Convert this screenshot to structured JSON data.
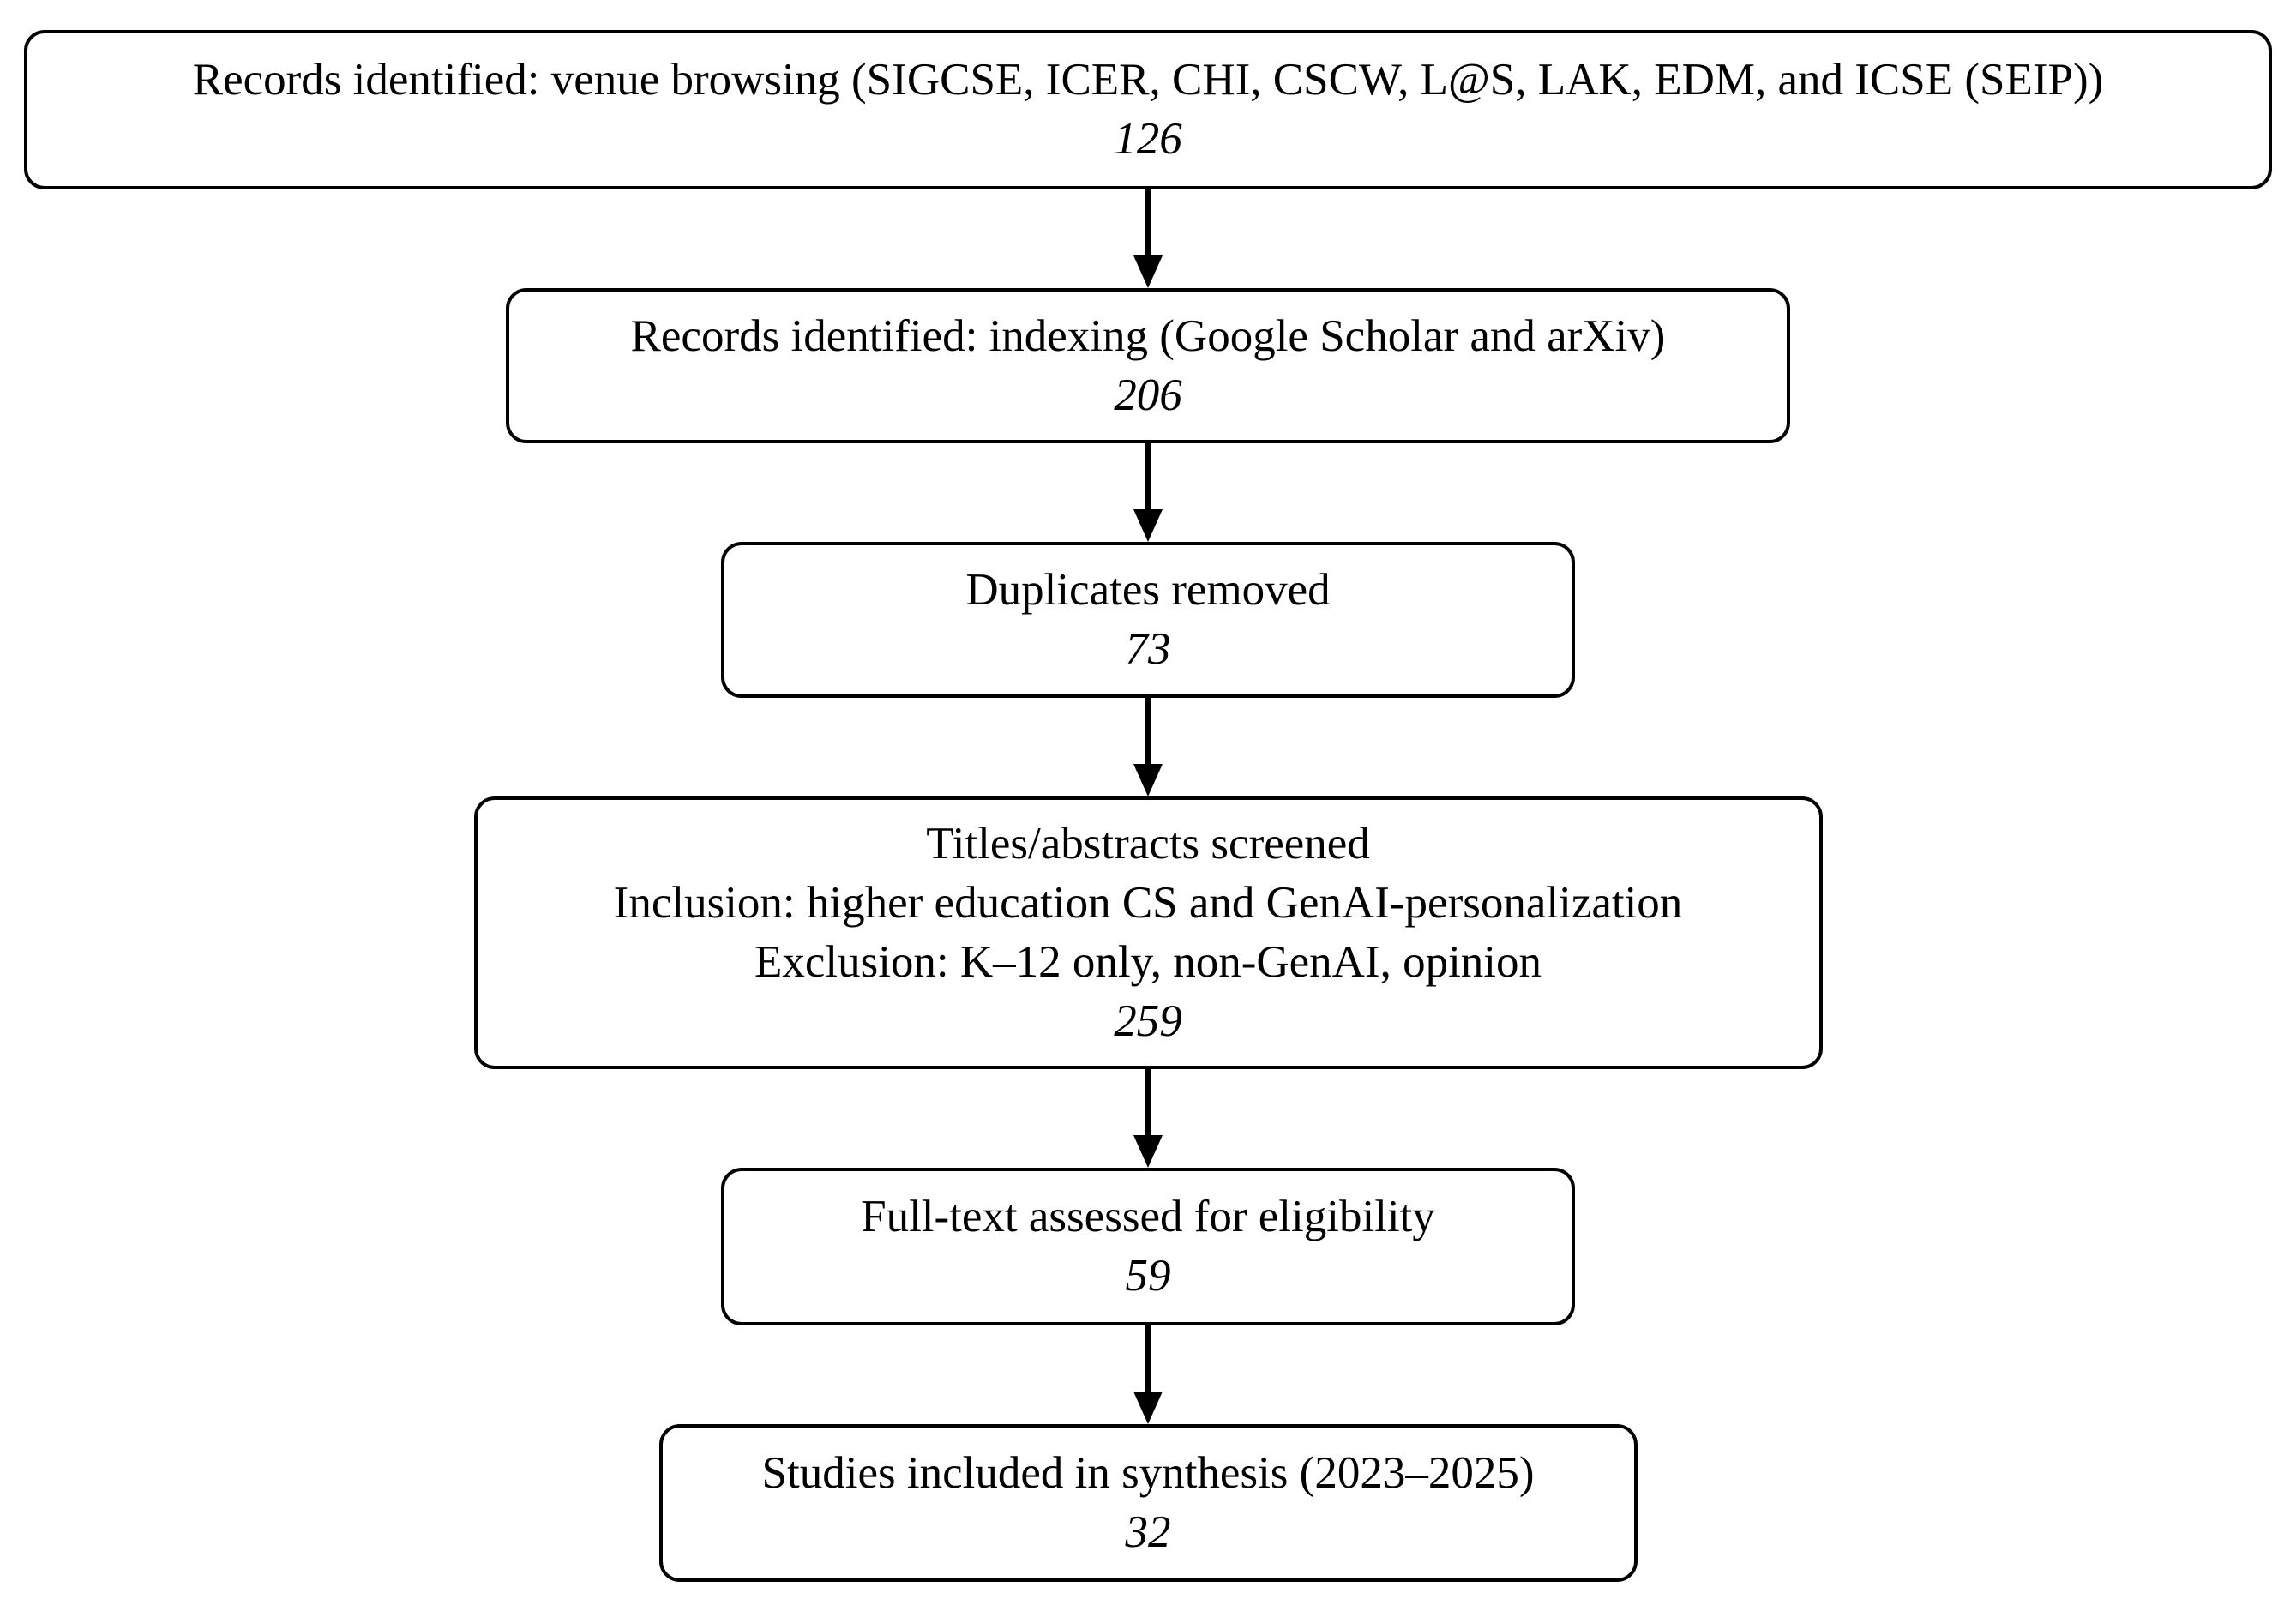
{
  "diagram": {
    "kind": "prisma-flow-diagram",
    "colors": {
      "background": "#ffffff",
      "box_border": "#000000",
      "box_fill": "#ffffff",
      "text": "#000000",
      "arrow": "#000000"
    },
    "boxes": [
      {
        "id": "records-venue-browsing",
        "lines": [
          "Records identified: venue browsing (SIGCSE, ICER, CHI, CSCW, L@S, LAK, EDM, and ICSE (SEIP))"
        ],
        "count": "126"
      },
      {
        "id": "records-indexing",
        "lines": [
          "Records identified: indexing (Google Scholar and arXiv)"
        ],
        "count": "206"
      },
      {
        "id": "duplicates-removed",
        "lines": [
          "Duplicates removed"
        ],
        "count": "73"
      },
      {
        "id": "titles-abstracts-screened",
        "lines": [
          "Titles/abstracts screened",
          "Inclusion: higher education CS and GenAI-personalization",
          "Exclusion: K–12 only, non-GenAI, opinion"
        ],
        "count": "259"
      },
      {
        "id": "full-text-assessed",
        "lines": [
          "Full-text assessed for eligibility"
        ],
        "count": "59"
      },
      {
        "id": "studies-included",
        "lines": [
          "Studies included in synthesis (2023–2025)"
        ],
        "count": "32"
      }
    ]
  }
}
